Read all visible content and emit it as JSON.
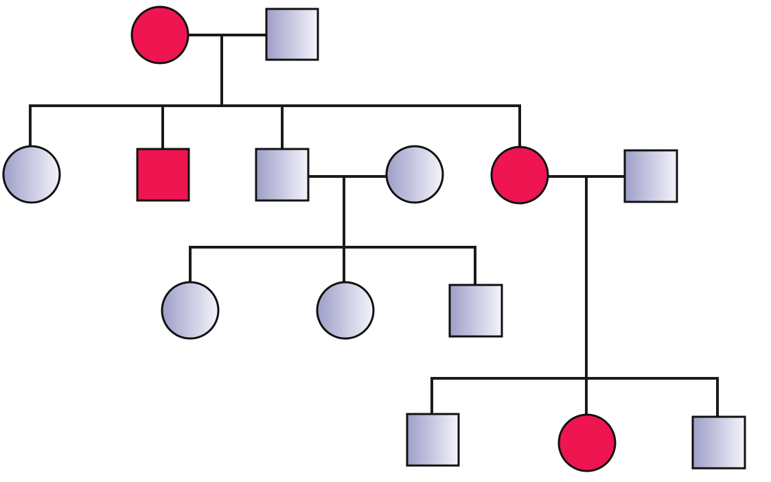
{
  "colors": {
    "affected": "#ee1550",
    "unaffected_light": "#f4f4fb",
    "unaffected_dark": "#9e9ec8",
    "line": "#1a1a1a"
  },
  "individuals": [
    {
      "id": "g1-mother",
      "sex": "female",
      "affected": true
    },
    {
      "id": "g1-father",
      "sex": "male",
      "affected": false
    },
    {
      "id": "g2-daughter-1",
      "sex": "female",
      "affected": false
    },
    {
      "id": "g2-son-1",
      "sex": "male",
      "affected": true
    },
    {
      "id": "g2-son-2",
      "sex": "male",
      "affected": false
    },
    {
      "id": "g2-son-2-spouse",
      "sex": "female",
      "affected": false
    },
    {
      "id": "g2-daughter-2",
      "sex": "female",
      "affected": true
    },
    {
      "id": "g2-daughter-2-spouse",
      "sex": "male",
      "affected": false
    },
    {
      "id": "g3a-daughter-1",
      "sex": "female",
      "affected": false
    },
    {
      "id": "g3a-daughter-2",
      "sex": "female",
      "affected": false
    },
    {
      "id": "g3a-son-1",
      "sex": "male",
      "affected": false
    },
    {
      "id": "g3b-son-1",
      "sex": "male",
      "affected": false
    },
    {
      "id": "g3b-daughter-1",
      "sex": "female",
      "affected": true
    },
    {
      "id": "g3b-son-2",
      "sex": "male",
      "affected": false
    }
  ],
  "families": [
    {
      "parents": [
        "g1-mother",
        "g1-father"
      ],
      "children": [
        "g2-daughter-1",
        "g2-son-1",
        "g2-son-2",
        "g2-daughter-2"
      ]
    },
    {
      "parents": [
        "g2-son-2",
        "g2-son-2-spouse"
      ],
      "children": [
        "g3a-daughter-1",
        "g3a-daughter-2",
        "g3a-son-1"
      ]
    },
    {
      "parents": [
        "g2-daughter-2",
        "g2-daughter-2-spouse"
      ],
      "children": [
        "g3b-son-1",
        "g3b-daughter-1",
        "g3b-son-2"
      ]
    }
  ]
}
